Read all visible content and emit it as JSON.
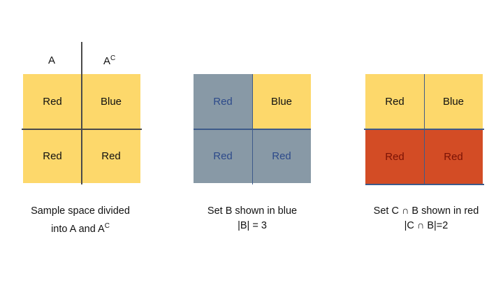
{
  "panel1": {
    "col_a": "A",
    "col_ac_base": "A",
    "col_ac_sup": "C",
    "cells": [
      "Red",
      "Blue",
      "Red",
      "Red"
    ],
    "caption_line1": "Sample space divided",
    "caption_line2_prefix": "into A and A",
    "caption_line2_sup": "C"
  },
  "panel2": {
    "cells": [
      "Red",
      "Blue",
      "Red",
      "Red"
    ],
    "caption_line1": "Set B shown in blue",
    "caption_line2": "|B| = 3"
  },
  "panel3": {
    "cells": [
      "Red",
      "Blue",
      "Red",
      "Red"
    ],
    "caption_line1": "Set C ∩ B shown in red",
    "caption_line2": "|C ∩ B|=2"
  },
  "colors": {
    "yellow": "#fdd86b",
    "slate": "#8899a6",
    "rust": "#d34c25",
    "divider": "#4a4a4a"
  }
}
